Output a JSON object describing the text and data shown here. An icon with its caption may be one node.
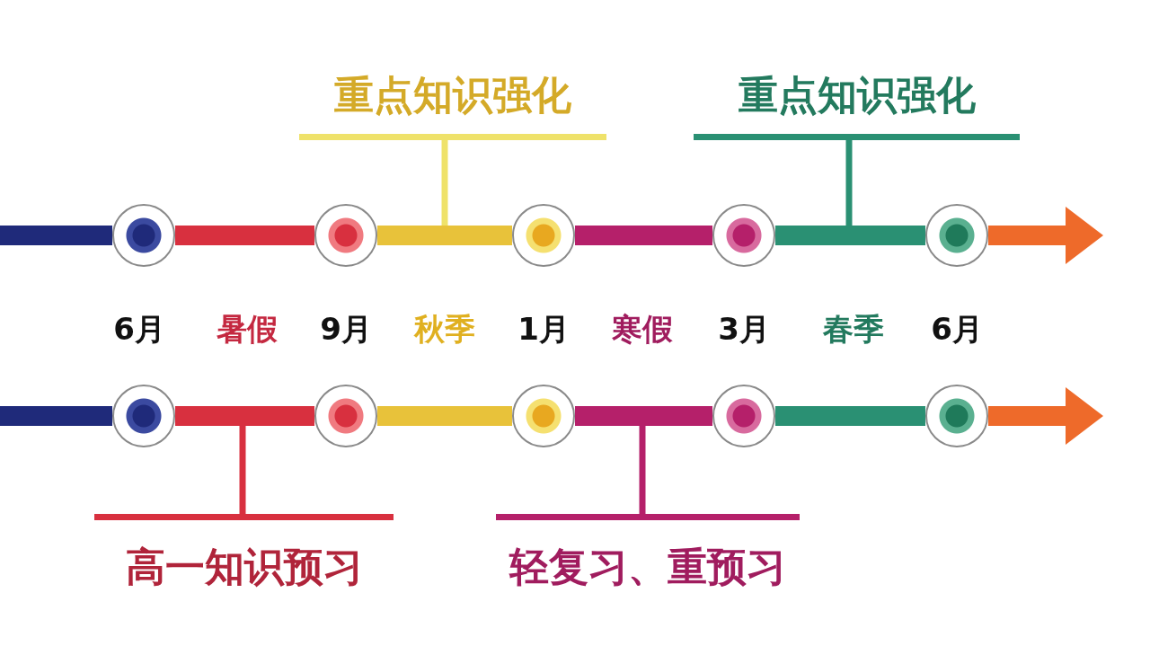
{
  "diagram": {
    "nodes": [
      {
        "text": [
          "重点知识强化"
        ]
      },
      {
        "text": [
          "重点知识强化"
        ]
      },
      {
        "text": [],
        "shape": "circle"
      },
      {
        "text": [],
        "shape": "circle"
      },
      {
        "text": [],
        "shape": "circle"
      },
      {
        "text": [],
        "shape": "circle"
      },
      {
        "text": [],
        "shape": "circle"
      },
      {
        "text": [],
        "shape": "circle"
      },
      {
        "text": [],
        "shape": "circle"
      },
      {
        "text": [],
        "shape": "circle"
      },
      {
        "text": [],
        "shape": "circle"
      },
      {
        "text": [],
        "shape": "circle"
      },
      {
        "text": [
          "高一知识预习"
        ]
      },
      {
        "text": [
          "轻复习、重预习"
        ]
      }
    ],
    "edges": [
      {
        "from": null,
        "to": 2,
        "arrow": "none",
        "color": "#1f2a7a"
      },
      {
        "from": 2,
        "to": 3,
        "arrow": "none",
        "color": "#d8303f"
      },
      {
        "from": 3,
        "to": 4,
        "arrow": "none",
        "color": "#e8c23a"
      },
      {
        "from": 4,
        "to": 5,
        "arrow": "none",
        "color": "#b5206a"
      },
      {
        "from": 5,
        "to": 6,
        "arrow": "none",
        "color": "#2a9073"
      },
      {
        "from": 6,
        "to": null,
        "arrow": "to",
        "color": "#ee6a2a"
      },
      {
        "from": null,
        "to": 7,
        "arrow": "none",
        "color": "#1f2a7a"
      },
      {
        "from": 7,
        "to": 8,
        "arrow": "none",
        "color": "#d8303f"
      },
      {
        "from": 8,
        "to": 9,
        "arrow": "none",
        "color": "#e8c23a"
      },
      {
        "from": 9,
        "to": 10,
        "arrow": "none",
        "color": "#b5206a"
      },
      {
        "from": 10,
        "to": 11,
        "arrow": "none",
        "color": "#2a9073"
      },
      {
        "from": 11,
        "to": null,
        "arrow": "to",
        "color": "#ee6a2a"
      },
      {
        "from": 0,
        "to": null,
        "arrow": "none",
        "color": "#efe26a"
      },
      {
        "from": 1,
        "to": null,
        "arrow": "none",
        "color": "#2a9073"
      },
      {
        "from": 12,
        "to": null,
        "arrow": "none",
        "color": "#d8303f"
      },
      {
        "from": 13,
        "to": null,
        "arrow": "none",
        "color": "#b5206a"
      }
    ],
    "labels": [
      "6月",
      "暑假",
      "9月",
      "秋季",
      "1月",
      "寒假",
      "3月",
      "春季",
      "6月"
    ]
  }
}
